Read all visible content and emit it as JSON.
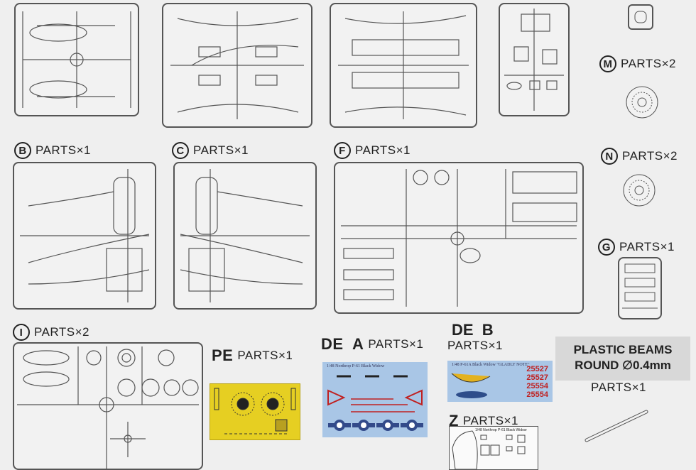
{
  "labels": {
    "M": {
      "letter": "M",
      "parts": "PARTS×2"
    },
    "N": {
      "letter": "N",
      "parts": "PARTS×2"
    },
    "B": {
      "letter": "B",
      "parts": "PARTS×1"
    },
    "C": {
      "letter": "C",
      "parts": "PARTS×1"
    },
    "F": {
      "letter": "F",
      "parts": "PARTS×1"
    },
    "G": {
      "letter": "G",
      "parts": "PARTS×1"
    },
    "I": {
      "letter": "I",
      "parts": "PARTS×2"
    },
    "PE": {
      "letter": "PE",
      "parts": "PARTS×1"
    },
    "DEA": {
      "letter": "DE  A",
      "parts": "PARTS×1"
    },
    "DEB": {
      "letter": "DE  B",
      "parts": "PARTS×1"
    },
    "Z": {
      "letter": "Z",
      "parts": "PARTS×1"
    }
  },
  "beams": {
    "line1": "PLASTIC BEAMS",
    "line2": "ROUND ∅0.4mm",
    "parts": "PARTS×1"
  },
  "decal_a": {
    "title": "1/48 Northrop P-61 Black Widow"
  },
  "decal_b": {
    "title": "1/48 P-61A Black Widow \"GLADLY NOTE\"",
    "numbers": [
      "25527",
      "25527",
      "25554",
      "25554"
    ]
  },
  "canopy_mask": {
    "title": "1/48 Northrop P-61 Black Widow"
  }
}
